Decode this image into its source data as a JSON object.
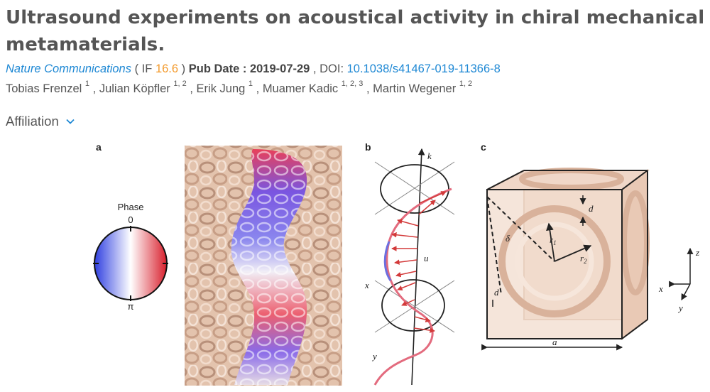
{
  "article": {
    "title": "Ultrasound experiments on acoustical activity in chiral mechanical metamaterials.",
    "journal": "Nature Communications",
    "if_prefix": "( IF",
    "if_value": "16.6",
    "if_suffix": ")",
    "pub_date_label": "Pub Date :",
    "pub_date": "2019-07-29",
    "doi_label": ", DOI:",
    "doi": "10.1038/s41467-019-11366-8",
    "authors": [
      {
        "name": "Tobias Frenzel",
        "aff": "1"
      },
      {
        "name": "Julian Köpfler",
        "aff": "1, 2"
      },
      {
        "name": "Erik Jung",
        "aff": "1"
      },
      {
        "name": "Muamer Kadic",
        "aff": "1, 2, 3"
      },
      {
        "name": "Martin Wegener",
        "aff": "1, 2"
      }
    ],
    "affiliation_label": "Affiliation"
  },
  "figure": {
    "panel_a": {
      "label": "a",
      "legend_title": "Phase",
      "tick_top": "0",
      "tick_bottom": "π"
    },
    "panel_b": {
      "label": "b",
      "k": "k",
      "u": "u",
      "x": "x",
      "y": "y"
    },
    "panel_c": {
      "label": "c",
      "d": "d",
      "delta": "δ",
      "r1": "r",
      "r1_sub": "1",
      "r2": "r",
      "r2_sub": "2",
      "a": "a",
      "z": "z",
      "x": "x",
      "y": "y"
    }
  },
  "colors": {
    "link": "#1e88d4",
    "impact_factor": "#f39a2c",
    "title": "#555555",
    "lattice": "#e8cbb8"
  }
}
